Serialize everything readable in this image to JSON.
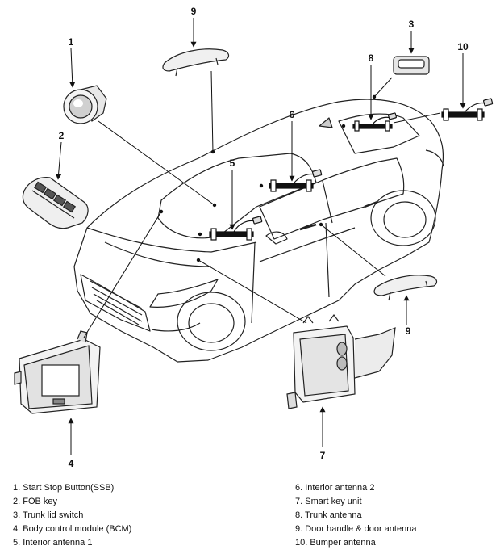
{
  "callouts": {
    "c1": "1",
    "c2": "2",
    "c3": "3",
    "c4": "4",
    "c5": "5",
    "c6": "6",
    "c7": "7",
    "c8": "8",
    "c9_top": "9",
    "c9_right": "9",
    "c10": "10"
  },
  "legend": {
    "left": [
      "1. Start Stop Button(SSB)",
      "2. FOB key",
      "3. Trunk lid switch",
      "4. Body control module (BCM)",
      "5. Interior antenna 1"
    ],
    "right": [
      "6. Interior antenna 2",
      "7. Smart key unit",
      "8. Trunk antenna",
      "9. Door handle & door antenna",
      "10. Bumper antenna"
    ]
  }
}
